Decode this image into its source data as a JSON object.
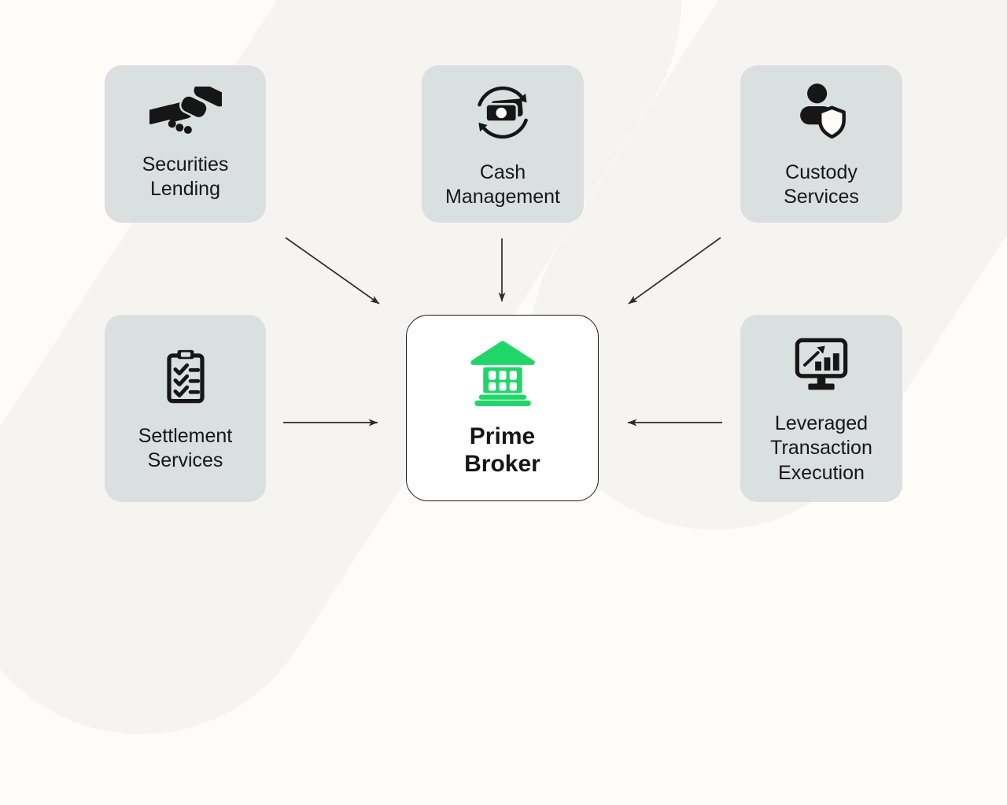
{
  "diagram": {
    "center": {
      "label": "Prime Broker",
      "icon": "bank-icon"
    },
    "nodes": [
      {
        "id": "securities-lending",
        "label": "Securities Lending",
        "icon": "handshake-icon"
      },
      {
        "id": "cash-management",
        "label": "Cash Management",
        "icon": "cash-cycle-icon"
      },
      {
        "id": "custody-services",
        "label": "Custody Services",
        "icon": "user-shield-icon"
      },
      {
        "id": "settlement-services",
        "label": "Settlement Services",
        "icon": "clipboard-checklist-icon"
      },
      {
        "id": "leveraged-transaction-execution",
        "label": "Leveraged Transaction Execution",
        "icon": "monitor-growth-icon"
      }
    ],
    "edges": [
      {
        "from": "securities-lending",
        "to": "prime-broker"
      },
      {
        "from": "cash-management",
        "to": "prime-broker"
      },
      {
        "from": "custody-services",
        "to": "prime-broker"
      },
      {
        "from": "settlement-services",
        "to": "prime-broker"
      },
      {
        "from": "leveraged-transaction-execution",
        "to": "prime-broker"
      }
    ],
    "colors": {
      "background": "#FFFBF8",
      "swoosh": "#F6F4F1",
      "card": "#D9E0DF",
      "center_card": "#FFFFFF",
      "ink": "#161616",
      "accent_green": "#21D669",
      "arrow": "#2B2B29"
    }
  }
}
